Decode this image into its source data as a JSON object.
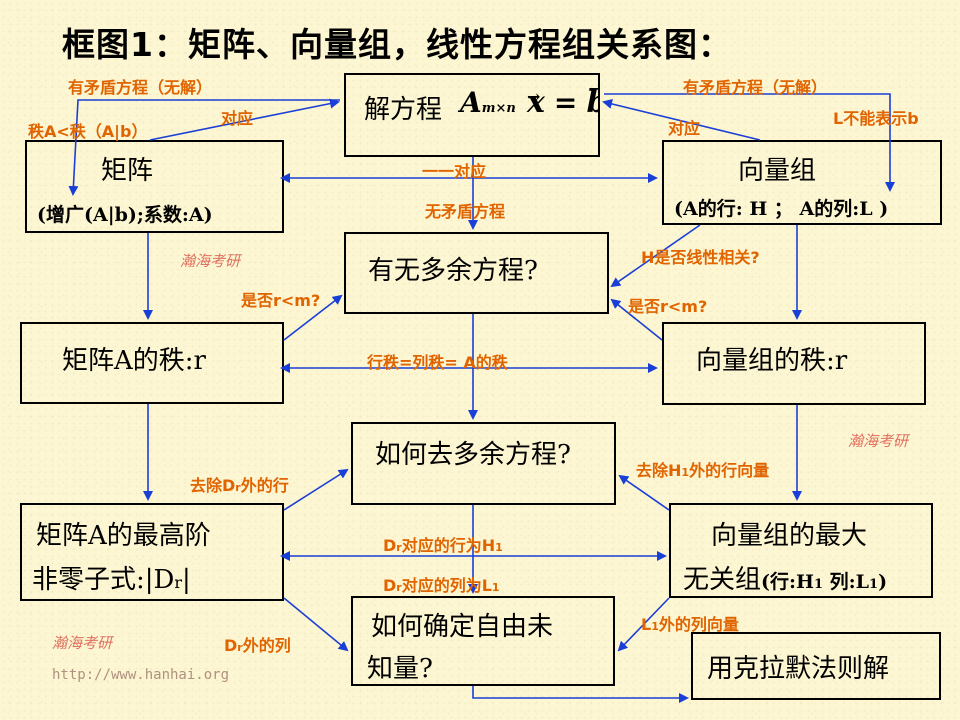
{
  "title": "框图1：矩阵、向量组，线性方程组关系图：",
  "boxes": {
    "solve": {
      "label": "解方程",
      "equation": "A_{m×n} x⃗ = b⃗",
      "eq_A": "A",
      "eq_sub": "m×n",
      "eq_x": "x",
      "eq_eq": "=",
      "eq_b": "b"
    },
    "matrix": {
      "line1": "矩阵",
      "line2": "(增广(A|b);系数:A)"
    },
    "vector_group": {
      "line1": "向量组",
      "line2": "(A的行: H ； A的列:L )"
    },
    "redundant": {
      "line1": "有无多余方程?"
    },
    "matrix_rank": {
      "line1": "矩阵A的秩:r"
    },
    "vector_rank": {
      "line1": "向量组的秩:r"
    },
    "remove_redundant": {
      "line1": "如何去多余方程?"
    },
    "max_minor": {
      "line1": "矩阵A的最高阶",
      "line2": "非零子式:|D",
      "line2_sub": "r",
      "line2_end": "|"
    },
    "max_independent": {
      "line1": "向量组的最大",
      "line2": "无关组",
      "line2_rest": "(行:H",
      "h_sub": "1",
      "mid": " 列:L",
      "l_sub": "1",
      "end": ")"
    },
    "free_unknowns": {
      "line1": "如何确定自由未",
      "line2": "知量?"
    },
    "cramer": {
      "line1": "用克拉默法则解"
    }
  },
  "labels": {
    "contradict_left": "有矛盾方程（无解）",
    "contradict_right": "有矛盾方程（无解）",
    "correspond_left": "对应",
    "correspond_right": "对应",
    "rank_less": "秩A<秩（A|b）",
    "l_not_represent": "L不能表示b",
    "one_to_one": "一一对应",
    "no_contradict": "无矛盾方程",
    "h_dependent": "H是否线性相关?",
    "r_less_m_left": "是否r<m?",
    "r_less_m_right": "是否r<m?",
    "row_col_rank": "行秩=列秩= A的秩",
    "remove_dr_rows": "去除D",
    "remove_dr_rows_sub": "r",
    "remove_dr_rows_end": "外的行",
    "remove_h1_rows": "去除H",
    "remove_h1_rows_sub": "1",
    "remove_h1_rows_end": "外的行向量",
    "dr_rows_h1": "D",
    "dr_rows_h1_sub": "r",
    "dr_rows_h1_mid": "对应的行为H",
    "dr_rows_h1_sub2": "1",
    "dr_cols_l1": "D",
    "dr_cols_l1_sub": "r",
    "dr_cols_l1_mid": "对应的列为L",
    "dr_cols_l1_sub2": "1",
    "l1_out_cols": "L",
    "l1_out_cols_sub": "1",
    "l1_out_cols_end": "外的列向量",
    "dr_out_cols": "D",
    "dr_out_cols_sub": "r",
    "dr_out_cols_end": "外的列"
  },
  "watermarks": {
    "w1": "瀚海考研",
    "w2": "瀚海考研",
    "w3": "瀚海考研",
    "url": "http://www.hanhai.org"
  },
  "colors": {
    "arrow": "#1a3fd6",
    "label": "#e06400",
    "watermark": "#e07060"
  }
}
